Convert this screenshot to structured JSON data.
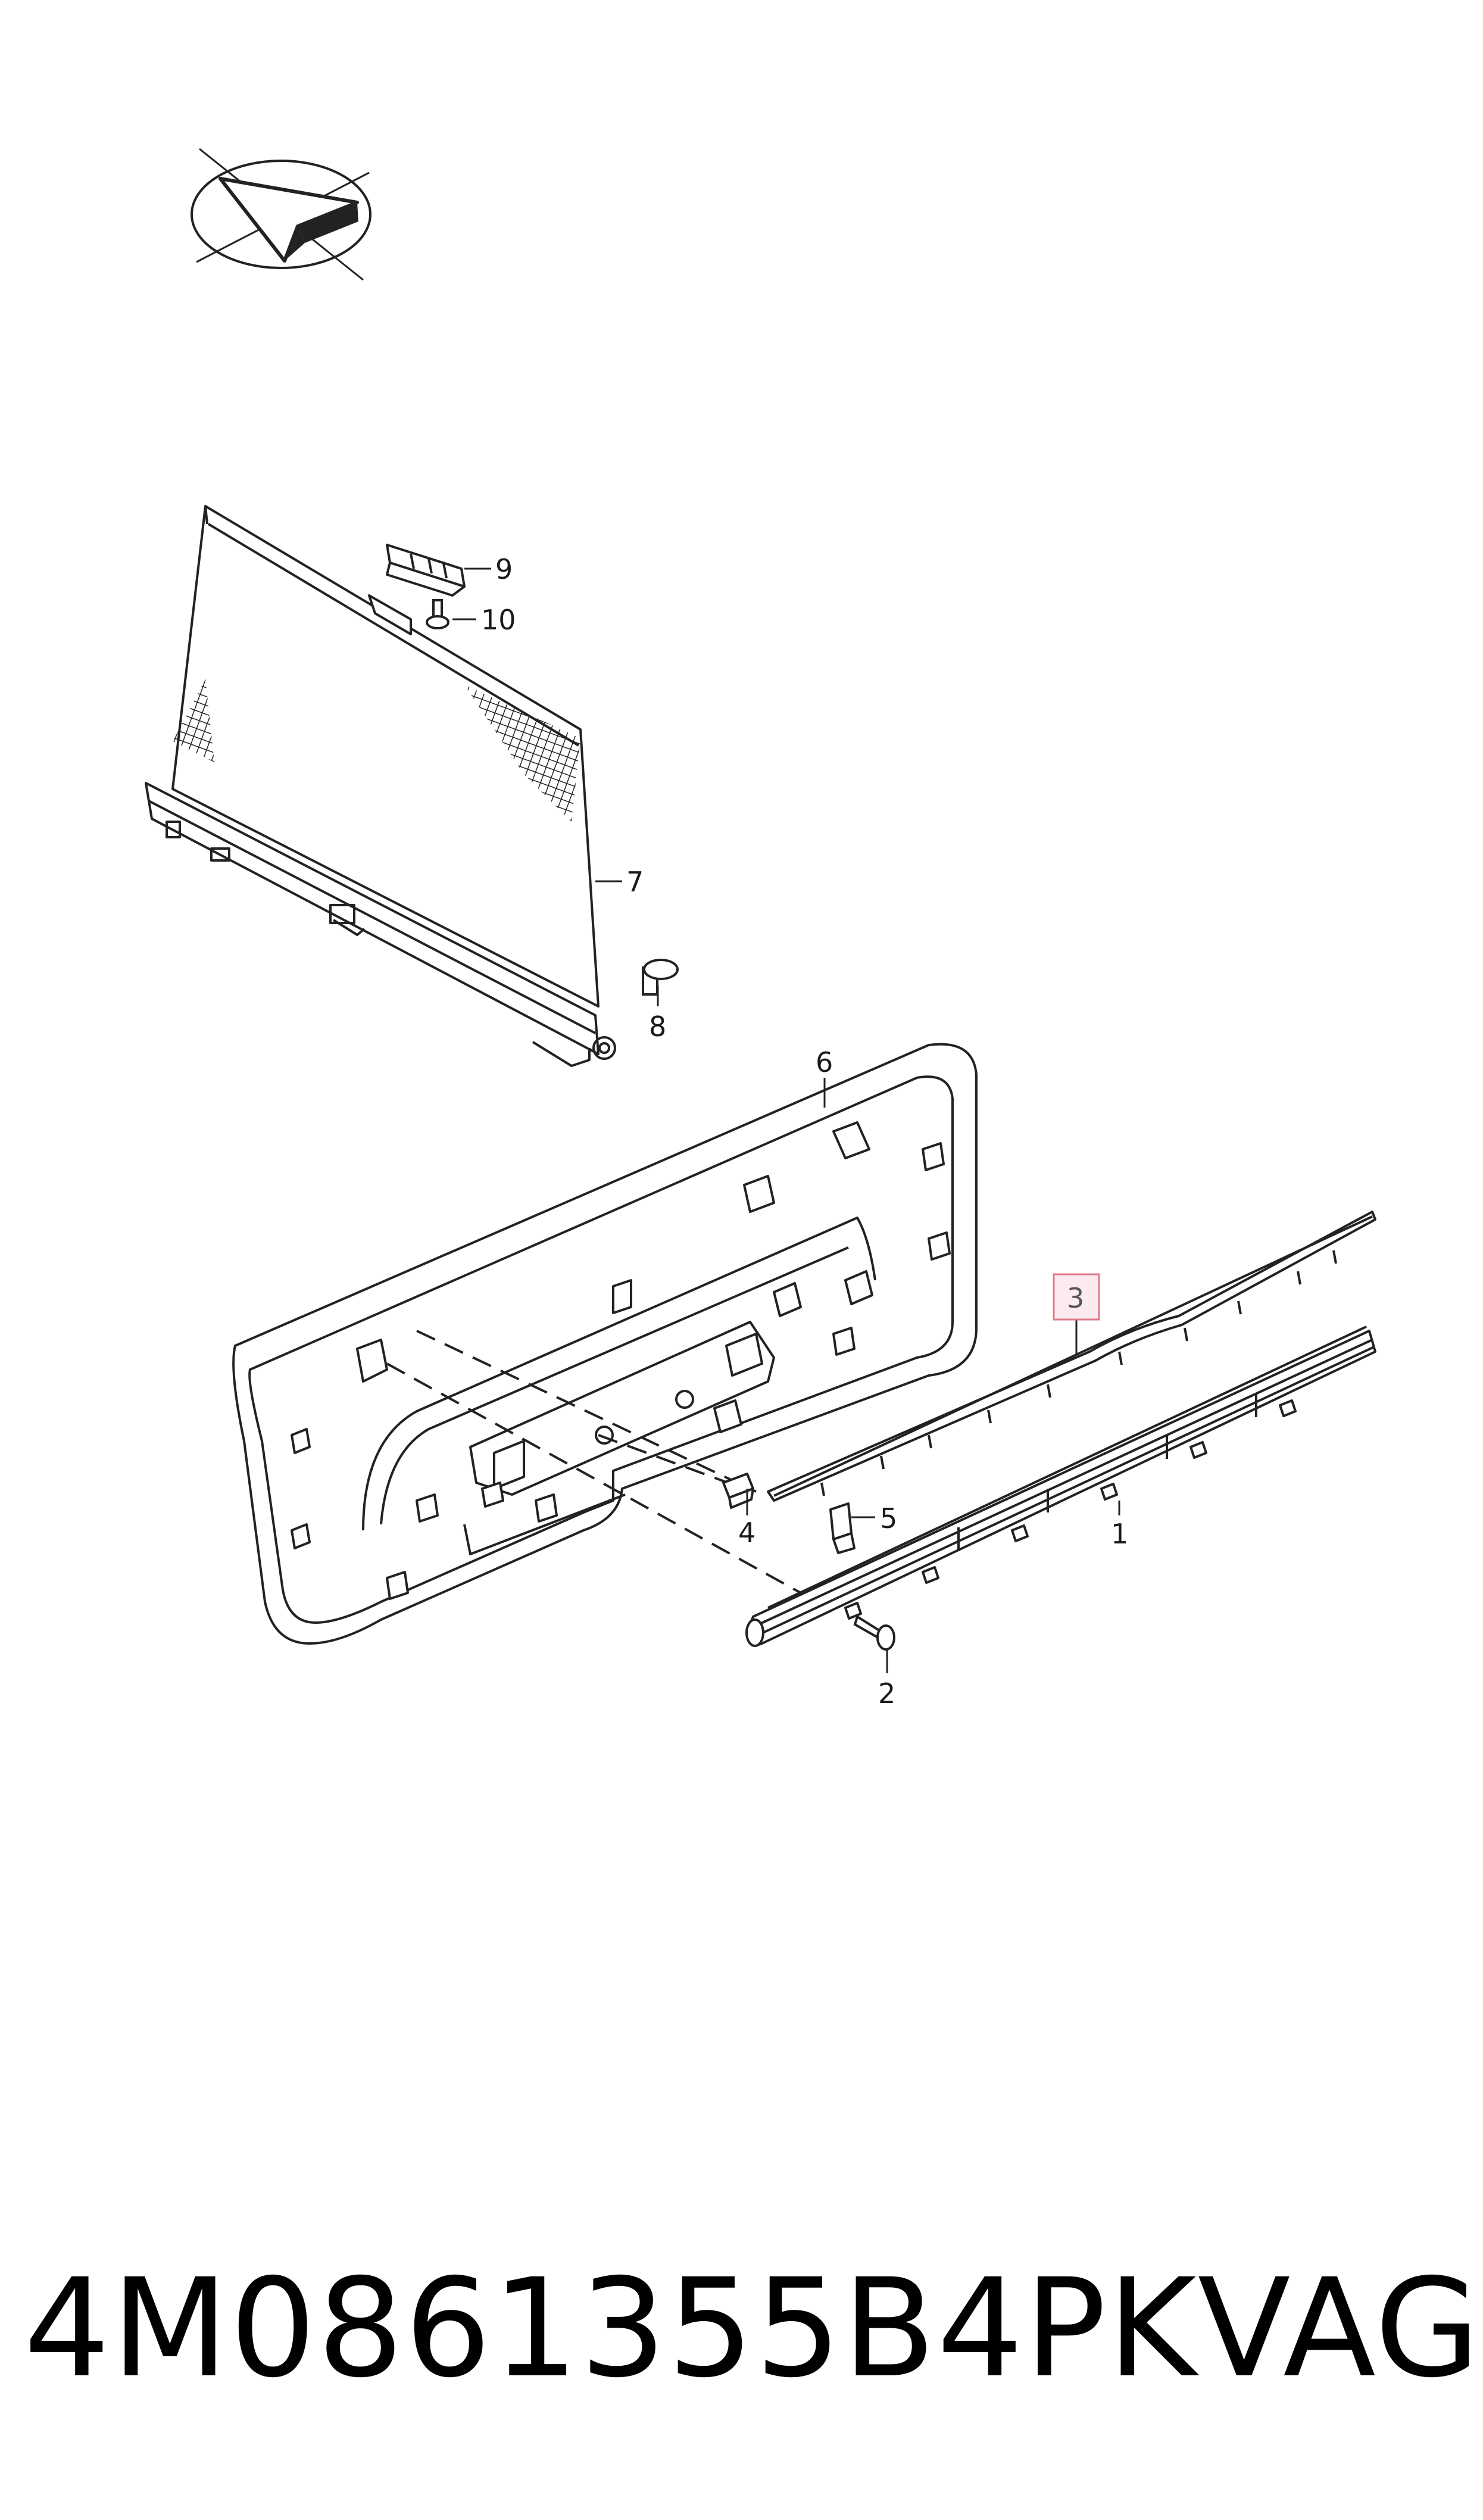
{
  "diagram": {
    "callouts": [
      {
        "id": "1",
        "label": "1"
      },
      {
        "id": "2",
        "label": "2"
      },
      {
        "id": "3",
        "label": "3",
        "highlighted": true
      },
      {
        "id": "4",
        "label": "4"
      },
      {
        "id": "5",
        "label": "5"
      },
      {
        "id": "6",
        "label": "6"
      },
      {
        "id": "7",
        "label": "7"
      },
      {
        "id": "8",
        "label": "8"
      },
      {
        "id": "9",
        "label": "9"
      },
      {
        "id": "10",
        "label": "10"
      }
    ],
    "icons": {
      "orientation": "direction-arrow-icon"
    },
    "colors": {
      "line": "#222222",
      "highlight_border": "#e07a8a",
      "highlight_fill": "#fbeaee"
    }
  },
  "footer": {
    "part_number": "4M0861355B4PK",
    "brand": "VAG"
  }
}
